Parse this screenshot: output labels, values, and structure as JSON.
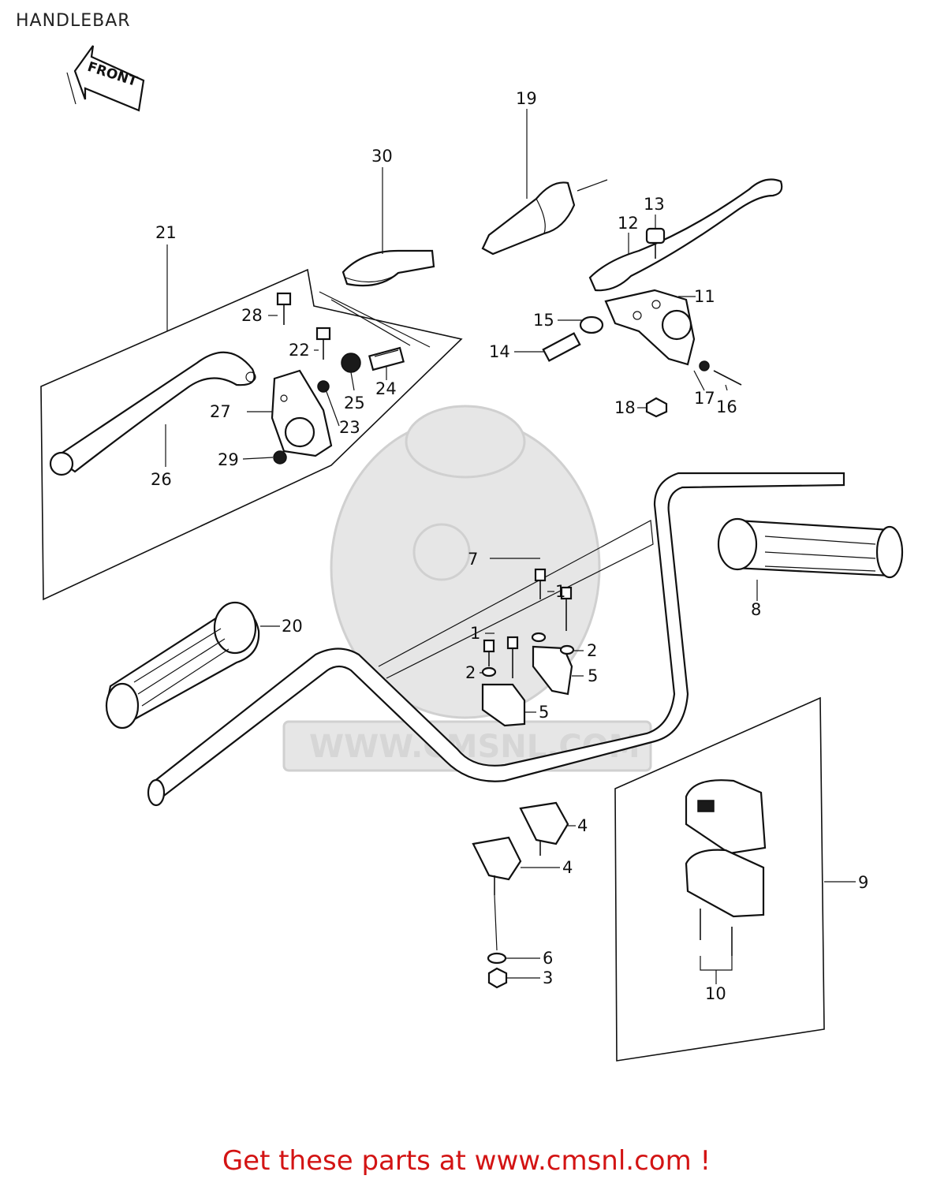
{
  "title": "HANDLEBAR",
  "front_label": "FRONT",
  "watermark": "WWW.CMSNL.COM",
  "footer": "Get these parts at www.cmsnl.com !",
  "accent_color": "#d31414",
  "callouts": {
    "c1a": "1",
    "c1b": "1",
    "c2a": "2",
    "c2b": "2",
    "c3": "3",
    "c4a": "4",
    "c4b": "4",
    "c5a": "5",
    "c5b": "5",
    "c6": "6",
    "c7": "7",
    "c8": "8",
    "c9": "9",
    "c10": "10",
    "c11": "11",
    "c12": "12",
    "c13": "13",
    "c14": "14",
    "c15": "15",
    "c16": "16",
    "c17": "17",
    "c18": "18",
    "c19": "19",
    "c20": "20",
    "c21": "21",
    "c22": "22",
    "c23": "23",
    "c24": "24",
    "c25": "25",
    "c26": "26",
    "c27": "27",
    "c28": "28",
    "c29": "29",
    "c30": "30"
  }
}
